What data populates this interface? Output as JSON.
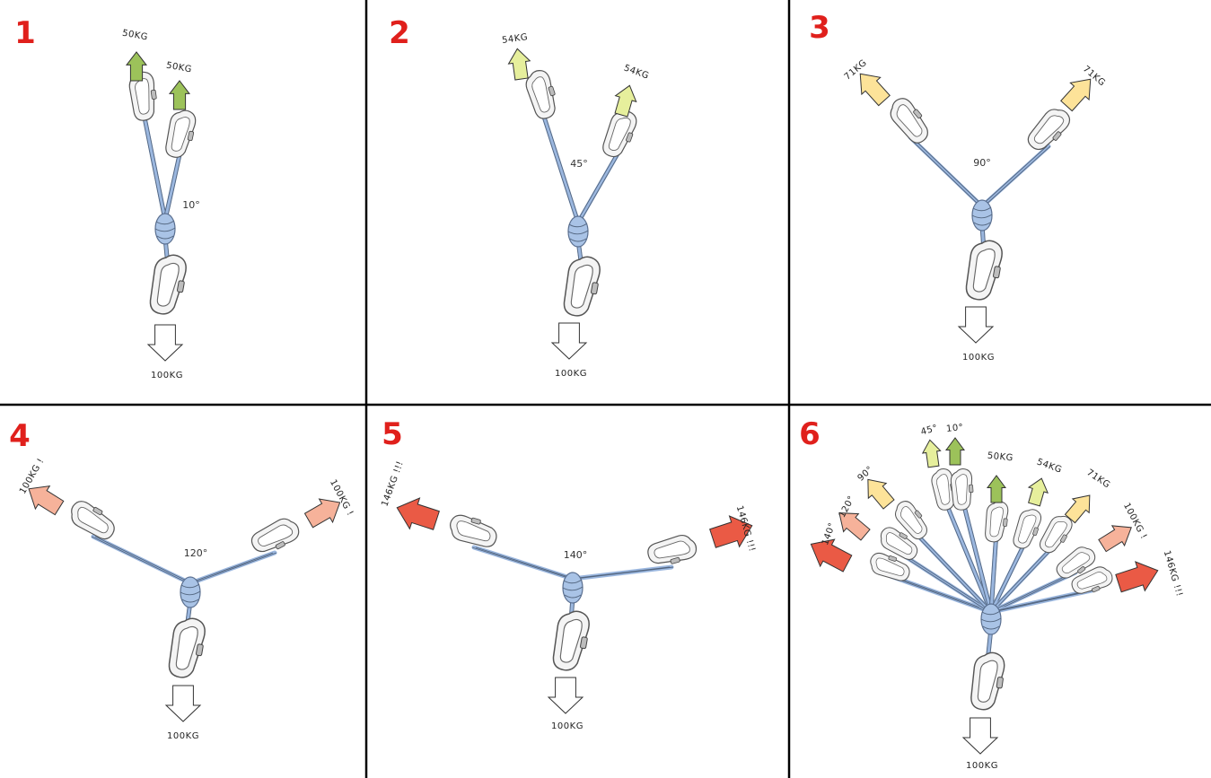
{
  "panels": [
    {
      "number": "1",
      "angle": "10°",
      "left_load": "50KG",
      "right_load": "50KG",
      "bottom_load": "100KG",
      "arrow_color": "#9cc25a"
    },
    {
      "number": "2",
      "angle": "45°",
      "left_load": "54KG",
      "right_load": "54KG",
      "bottom_load": "100KG",
      "arrow_color": "#e6ef9c"
    },
    {
      "number": "3",
      "angle": "90°",
      "left_load": "71KG",
      "right_load": "71KG",
      "bottom_load": "100KG",
      "arrow_color": "#fde399"
    },
    {
      "number": "4",
      "angle": "120°",
      "left_load": "100KG !",
      "right_load": "100KG !",
      "bottom_load": "100KG",
      "arrow_color": "#f6b29a"
    },
    {
      "number": "5",
      "angle": "140°",
      "left_load": "146KG !!!",
      "right_load": "146KG !!!",
      "bottom_load": "100KG",
      "arrow_color": "#ea5a45"
    },
    {
      "number": "6",
      "bottom_load": "100KG",
      "left_angles": [
        "140°",
        "120°",
        "90°",
        "45°",
        "10°"
      ],
      "right_loads": [
        "50KG",
        "54KG",
        "71KG",
        "100KG !",
        "146KG !!!"
      ]
    }
  ],
  "colors": {
    "panel_number": "#e0201c",
    "sling": "#a9c3e6",
    "down_arrow": "#ffffff",
    "grid_line": "#000000"
  }
}
